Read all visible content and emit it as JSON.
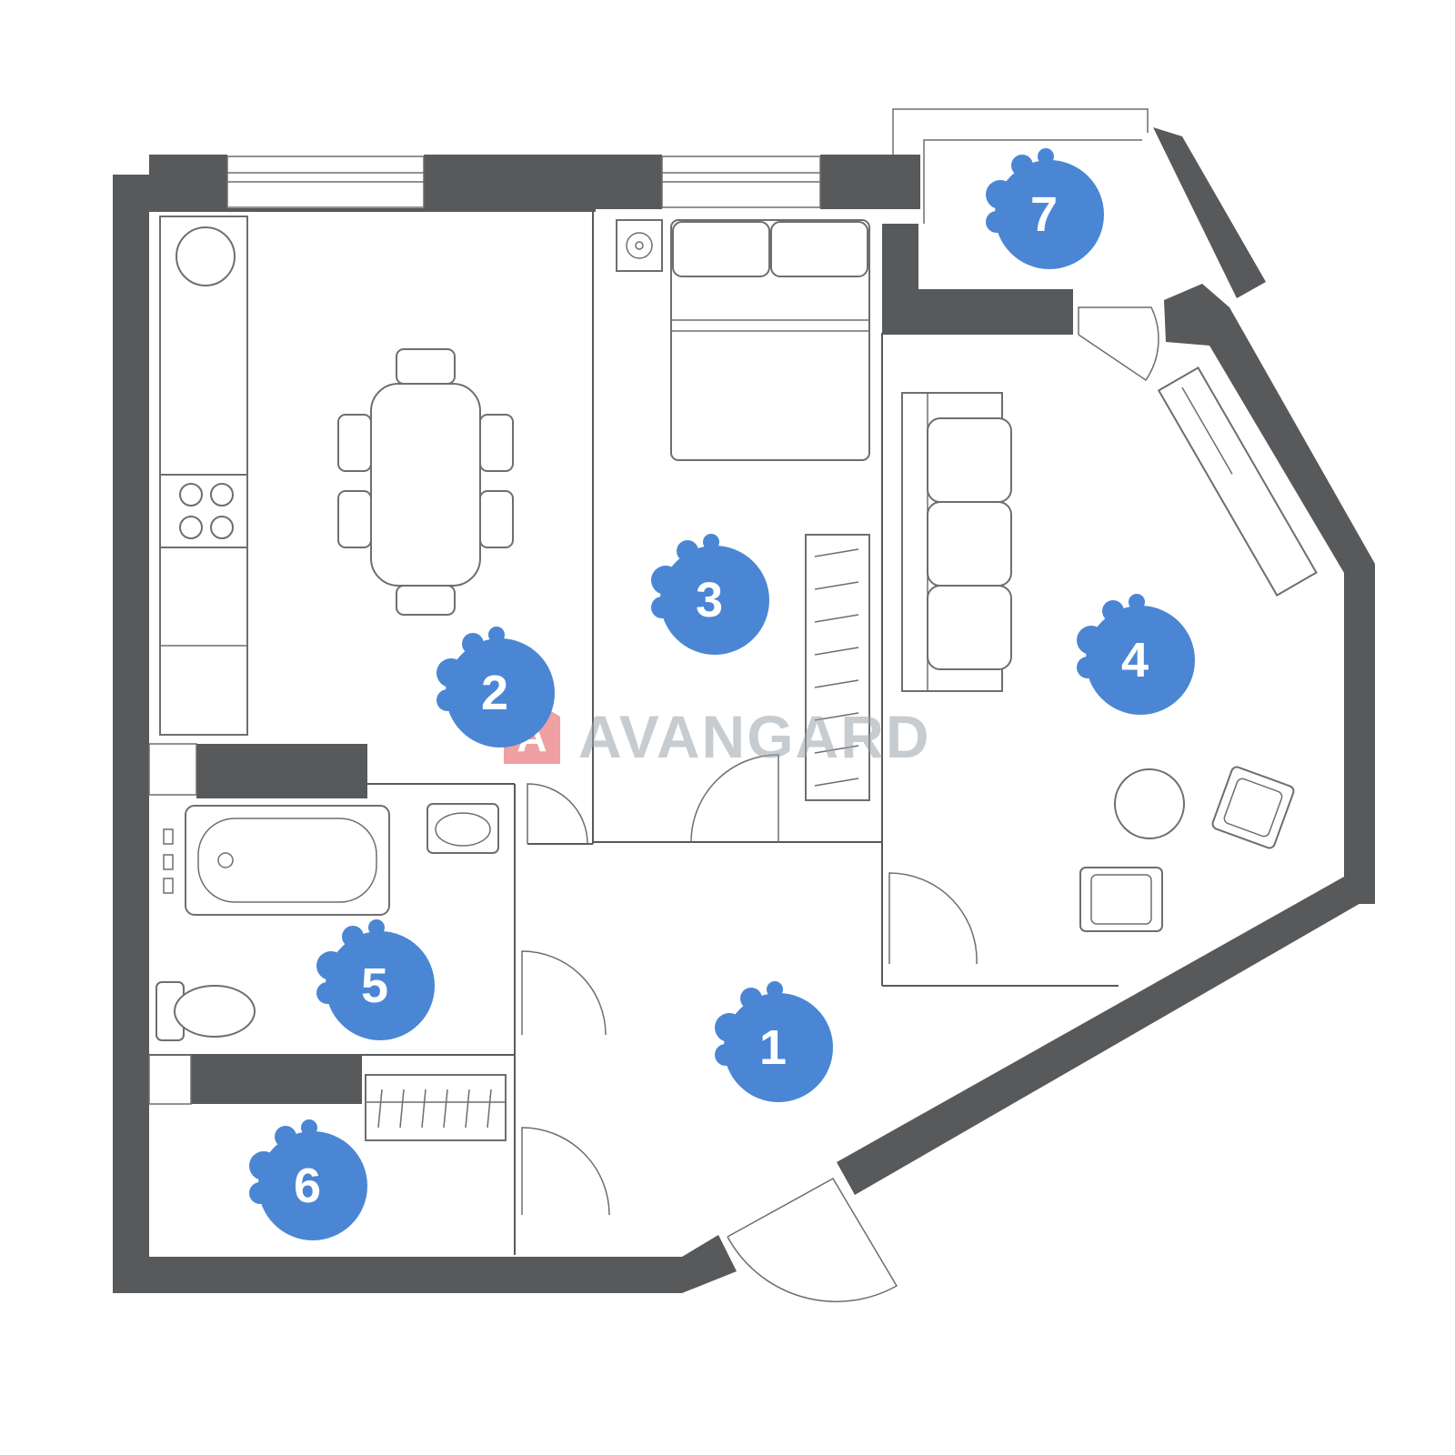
{
  "plan": {
    "rooms": [
      {
        "id": "room-1",
        "number": "1"
      },
      {
        "id": "room-2",
        "number": "2"
      },
      {
        "id": "room-3",
        "number": "3"
      },
      {
        "id": "room-4",
        "number": "4"
      },
      {
        "id": "room-5",
        "number": "5"
      },
      {
        "id": "room-6",
        "number": "6"
      },
      {
        "id": "room-7",
        "number": "7"
      }
    ],
    "badge_color": "#4a86d4",
    "wall_color": "#58595b"
  },
  "watermark": {
    "text": "AVANGARD",
    "logo_letter": "A",
    "logo_color": "#e8787a"
  }
}
